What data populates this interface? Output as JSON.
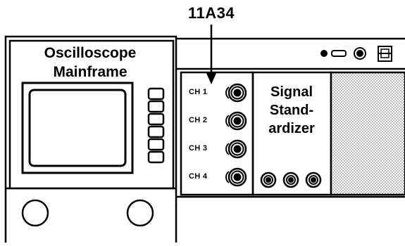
{
  "module_label": "11A34",
  "mainframe_label": [
    "Oscilloscope",
    "Mainframe"
  ],
  "channels": [
    "CH 1",
    "CH 2",
    "CH 3",
    "CH 4"
  ],
  "standardizer_label": [
    "Signal",
    "Stand-",
    "ardizer"
  ]
}
